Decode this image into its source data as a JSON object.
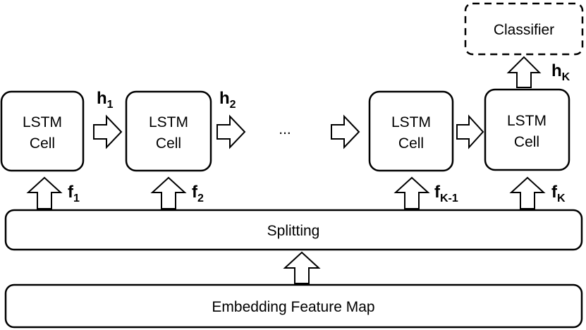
{
  "classifier": {
    "label": "Classifier"
  },
  "cells": [
    {
      "line1": "LSTM",
      "line2": "Cell"
    },
    {
      "line1": "LSTM",
      "line2": "Cell"
    },
    {
      "line1": "LSTM",
      "line2": "Cell"
    },
    {
      "line1": "LSTM",
      "line2": "Cell"
    }
  ],
  "ellipsis": "...",
  "hidden_labels": [
    {
      "base": "h",
      "sub": "1"
    },
    {
      "base": "h",
      "sub": "2"
    },
    {
      "base": "h",
      "sub": "K"
    }
  ],
  "feature_labels": [
    {
      "base": "f",
      "sub": "1"
    },
    {
      "base": "f",
      "sub": "2"
    },
    {
      "base": "f",
      "sub": "K-1"
    },
    {
      "base": "f",
      "sub": "K"
    }
  ],
  "splitting": {
    "label": "Splitting"
  },
  "embedding": {
    "label": "Embedding Feature Map"
  }
}
